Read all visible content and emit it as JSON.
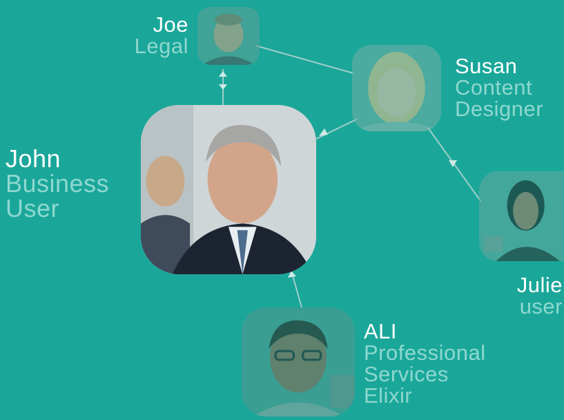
{
  "people": {
    "john": {
      "name": "John",
      "role_lines": [
        "Business",
        "User"
      ]
    },
    "joe": {
      "name": "Joe",
      "role_lines": [
        "Legal"
      ]
    },
    "susan": {
      "name": "Susan",
      "role_lines": [
        "Content",
        "Designer"
      ]
    },
    "julie": {
      "name": "Julie",
      "role_lines": [
        "user"
      ]
    },
    "ali": {
      "name": "ALI",
      "role_lines": [
        "Professional",
        "Services",
        "Elixir"
      ]
    }
  },
  "colors": {
    "background": "#1aa79a",
    "name_text": "#ffffff",
    "role_text": "#8fd8cf",
    "connector": "#9fcfc9"
  }
}
